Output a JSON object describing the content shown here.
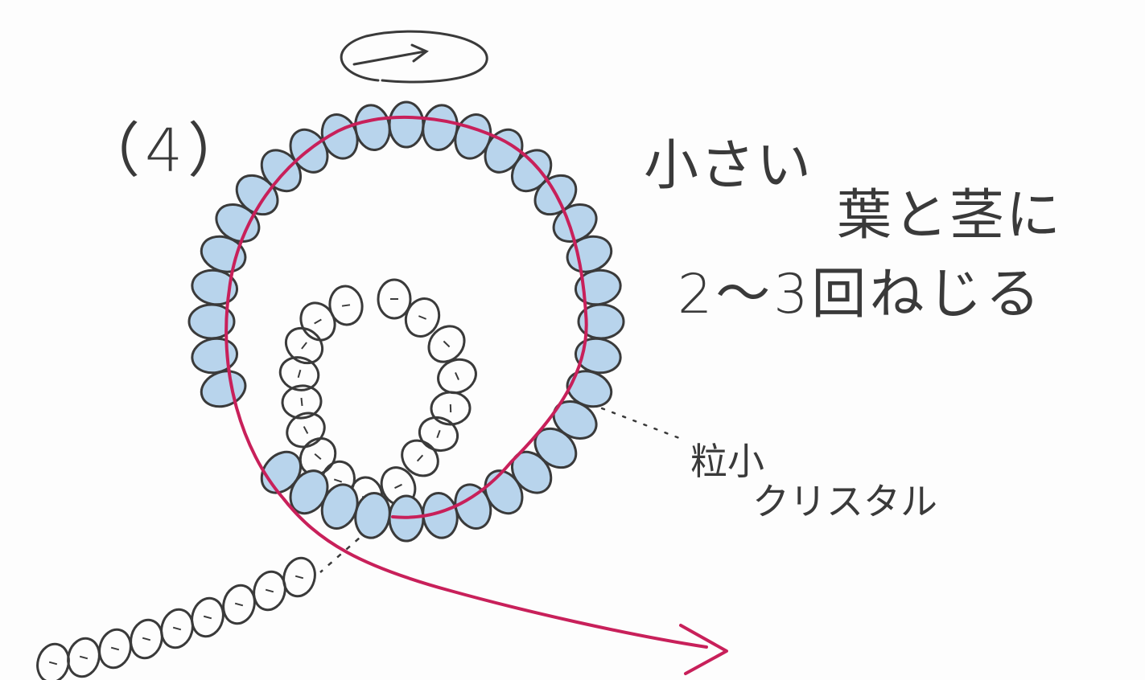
{
  "step_number": "（4）",
  "instruction": {
    "line1": "小さい",
    "line2": "葉と茎に",
    "line3": "2〜3回ねじる"
  },
  "bead_label": {
    "line1": "粒小",
    "line2": "クリスタル"
  },
  "colors": {
    "ink": "#3a3a3a",
    "wire": "#c8205a",
    "bead_fill": "#b8d4ec",
    "paper": "#fdfdfd"
  },
  "icons": {
    "twist": "circular-arrow-icon"
  }
}
